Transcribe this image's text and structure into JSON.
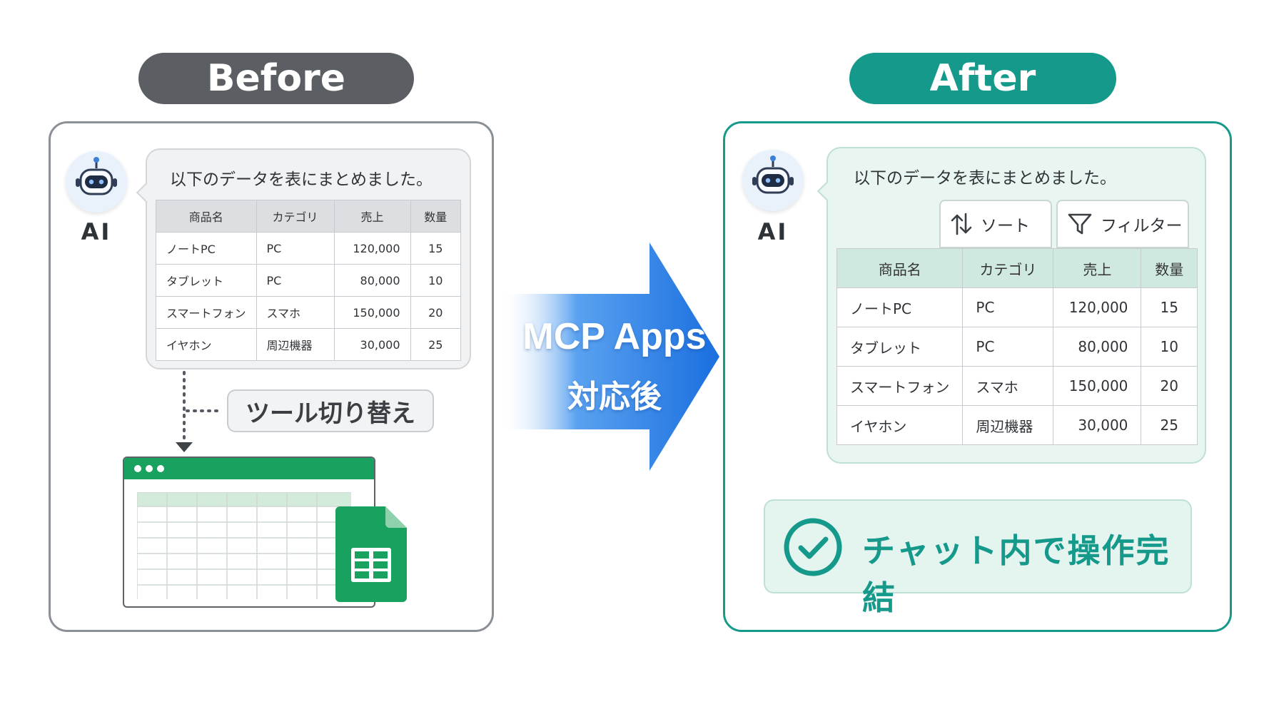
{
  "before": {
    "title": "Before",
    "ai_label": "AI",
    "message": "以下のデータを表にまとめました。",
    "tool_switch_label": "ツール切り替え"
  },
  "after": {
    "title": "After",
    "ai_label": "AI",
    "message": "以下のデータを表にまとめました。",
    "sort_label": "ソート",
    "filter_label": "フィルター",
    "result_label": "チャット内で操作完結"
  },
  "transition": {
    "title": "MCP Apps",
    "subtitle": "対応後"
  },
  "table": {
    "headers": [
      "商品名",
      "カテゴリ",
      "売上",
      "数量"
    ],
    "rows": [
      [
        "ノートPC",
        "PC",
        "120,000",
        "15"
      ],
      [
        "タブレット",
        "PC",
        "80,000",
        "10"
      ],
      [
        "スマートフォン",
        "スマホ",
        "150,000",
        "20"
      ],
      [
        "イヤホン",
        "周辺機器",
        "30,000",
        "25"
      ]
    ]
  },
  "icons": {
    "avatar": "robot-icon",
    "sort": "sort-arrows-icon",
    "filter": "funnel-icon",
    "spreadsheet": "spreadsheet-icon",
    "success": "check-circle-icon"
  },
  "colors": {
    "before_accent": "#5b5e62",
    "after_accent": "#14998b",
    "arrow": "#1f7ae0",
    "sheets_green": "#19a15f"
  }
}
